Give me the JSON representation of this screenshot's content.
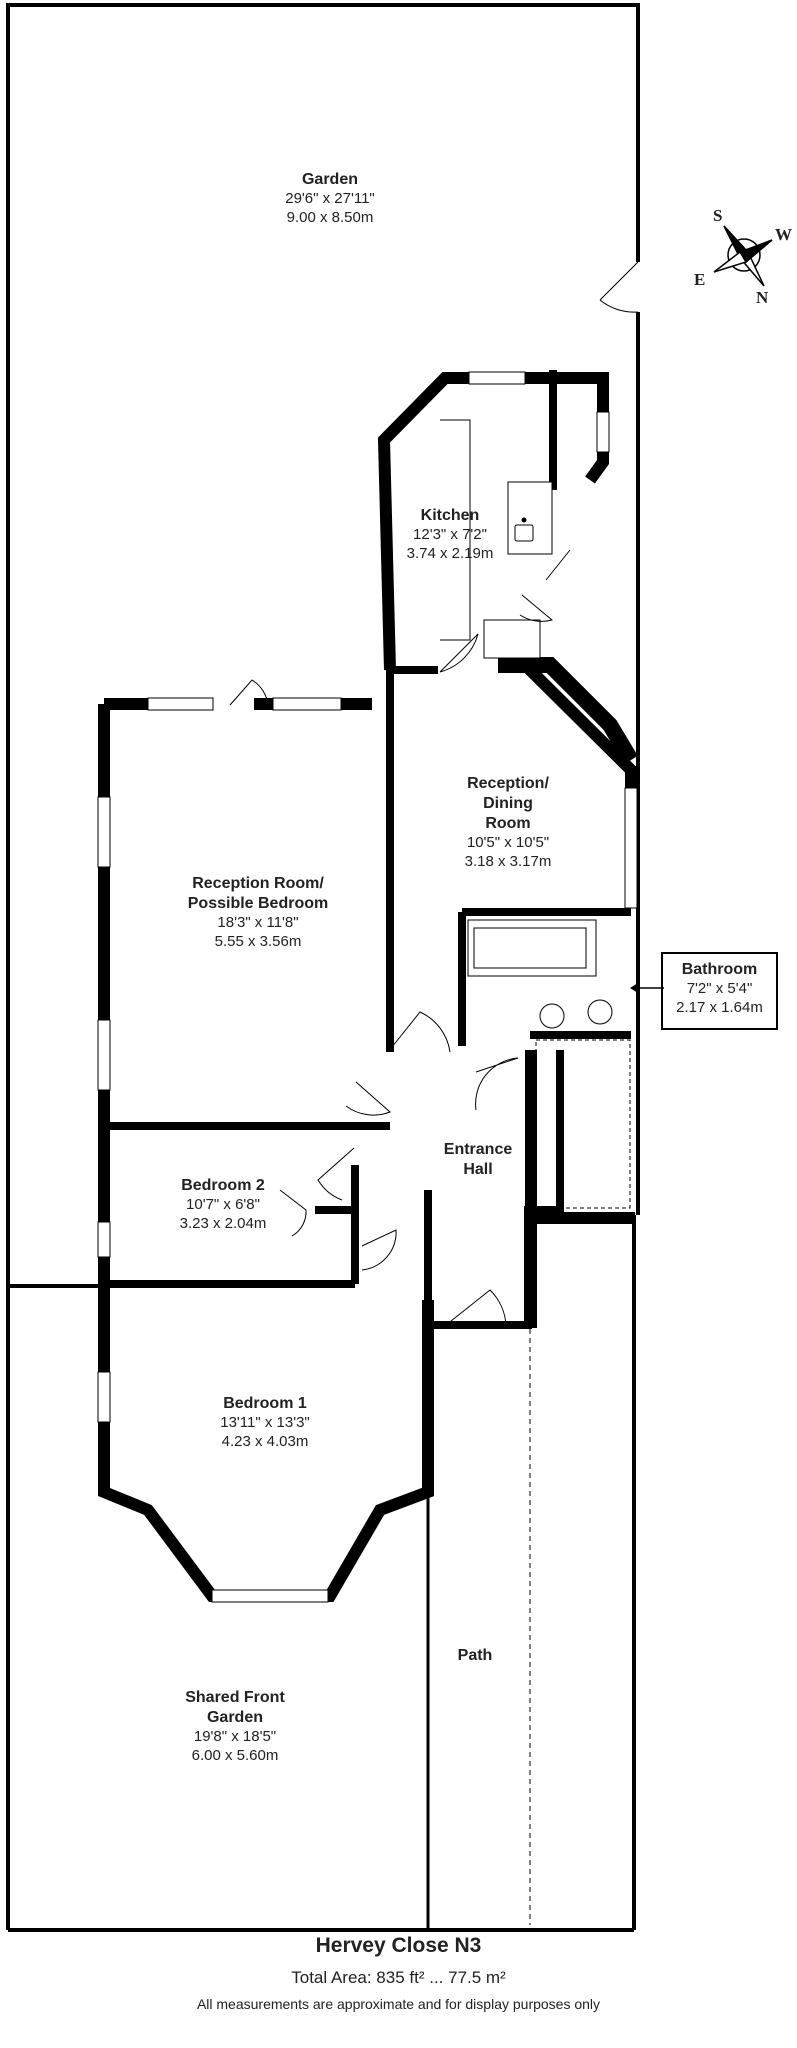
{
  "rooms": {
    "garden": {
      "name": "Garden",
      "imperial": "29'6\" x 27'11\"",
      "metric": "9.00 x 8.50m"
    },
    "kitchen": {
      "name": "Kitchen",
      "imperial": "12'3\" x 7'2\"",
      "metric": "3.74 x 2.19m"
    },
    "reception_dining": {
      "name_line1": "Reception/",
      "name_line2": "Dining",
      "name_line3": "Room",
      "imperial": "10'5\" x 10'5\"",
      "metric": "3.18 x 3.17m"
    },
    "reception_room": {
      "name_line1": "Reception Room/",
      "name_line2": "Possible Bedroom",
      "imperial": "18'3\" x 11'8\"",
      "metric": "5.55 x 3.56m"
    },
    "bathroom": {
      "name": "Bathroom",
      "imperial": "7'2\" x 5'4\"",
      "metric": "2.17 x 1.64m"
    },
    "entrance_hall": {
      "name_line1": "Entrance",
      "name_line2": "Hall"
    },
    "bedroom_2": {
      "name": "Bedroom 2",
      "imperial": "10'7\" x 6'8\"",
      "metric": "3.23 x 2.04m"
    },
    "bedroom_1": {
      "name": "Bedroom 1",
      "imperial": "13'11\" x 13'3\"",
      "metric": "4.23 x 4.03m"
    },
    "path": {
      "name": "Path"
    },
    "front_garden": {
      "name_line1": "Shared Front",
      "name_line2": "Garden",
      "imperial": "19'8\" x 18'5\"",
      "metric": "6.00 x 5.60m"
    }
  },
  "compass": {
    "s": "S",
    "w": "W",
    "e": "E",
    "n": "N"
  },
  "footer": {
    "title": "Hervey Close N3",
    "area": "Total Area: 835 ft² ... 77.5 m²",
    "disclaimer": "All measurements are approximate and for display purposes only"
  }
}
